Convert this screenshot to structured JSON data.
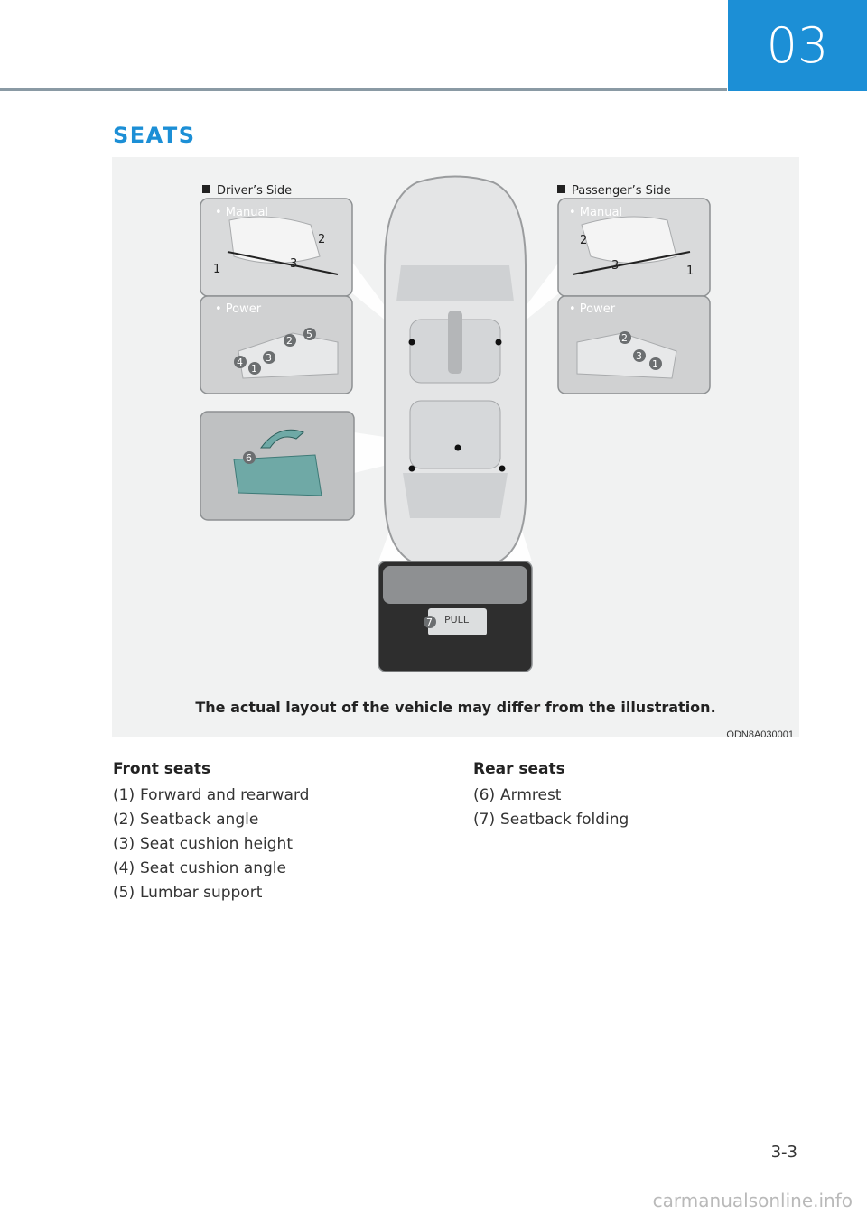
{
  "header": {
    "chapter_number": "03"
  },
  "section": {
    "title": "SEATS"
  },
  "figure": {
    "drivers_side_label": "Driver’s Side",
    "passengers_side_label": "Passenger’s Side",
    "manual_label": "• Manual",
    "power_label": "• Power",
    "pull_label": "PULL",
    "callouts": [
      "1",
      "2",
      "3",
      "4",
      "5",
      "6",
      "7"
    ],
    "caption": "The actual layout of the vehicle may differ from the illustration.",
    "code": "ODN8A030001"
  },
  "front_seats": {
    "title": "Front seats",
    "items": [
      {
        "num": "(1)",
        "text": "Forward and rearward"
      },
      {
        "num": "(2)",
        "text": "Seatback angle"
      },
      {
        "num": "(3)",
        "text": "Seat cushion height"
      },
      {
        "num": "(4)",
        "text": "Seat cushion angle"
      },
      {
        "num": "(5)",
        "text": "Lumbar support"
      }
    ]
  },
  "rear_seats": {
    "title": "Rear seats",
    "items": [
      {
        "num": "(6)",
        "text": "Armrest"
      },
      {
        "num": "(7)",
        "text": "Seatback folding"
      }
    ]
  },
  "footer": {
    "page_number": "3-3",
    "watermark": "carmanualsonline.info"
  },
  "colors": {
    "accent": "#1c8fd6",
    "rule": "#8a9aa4",
    "figure_bg": "#f1f2f2"
  }
}
